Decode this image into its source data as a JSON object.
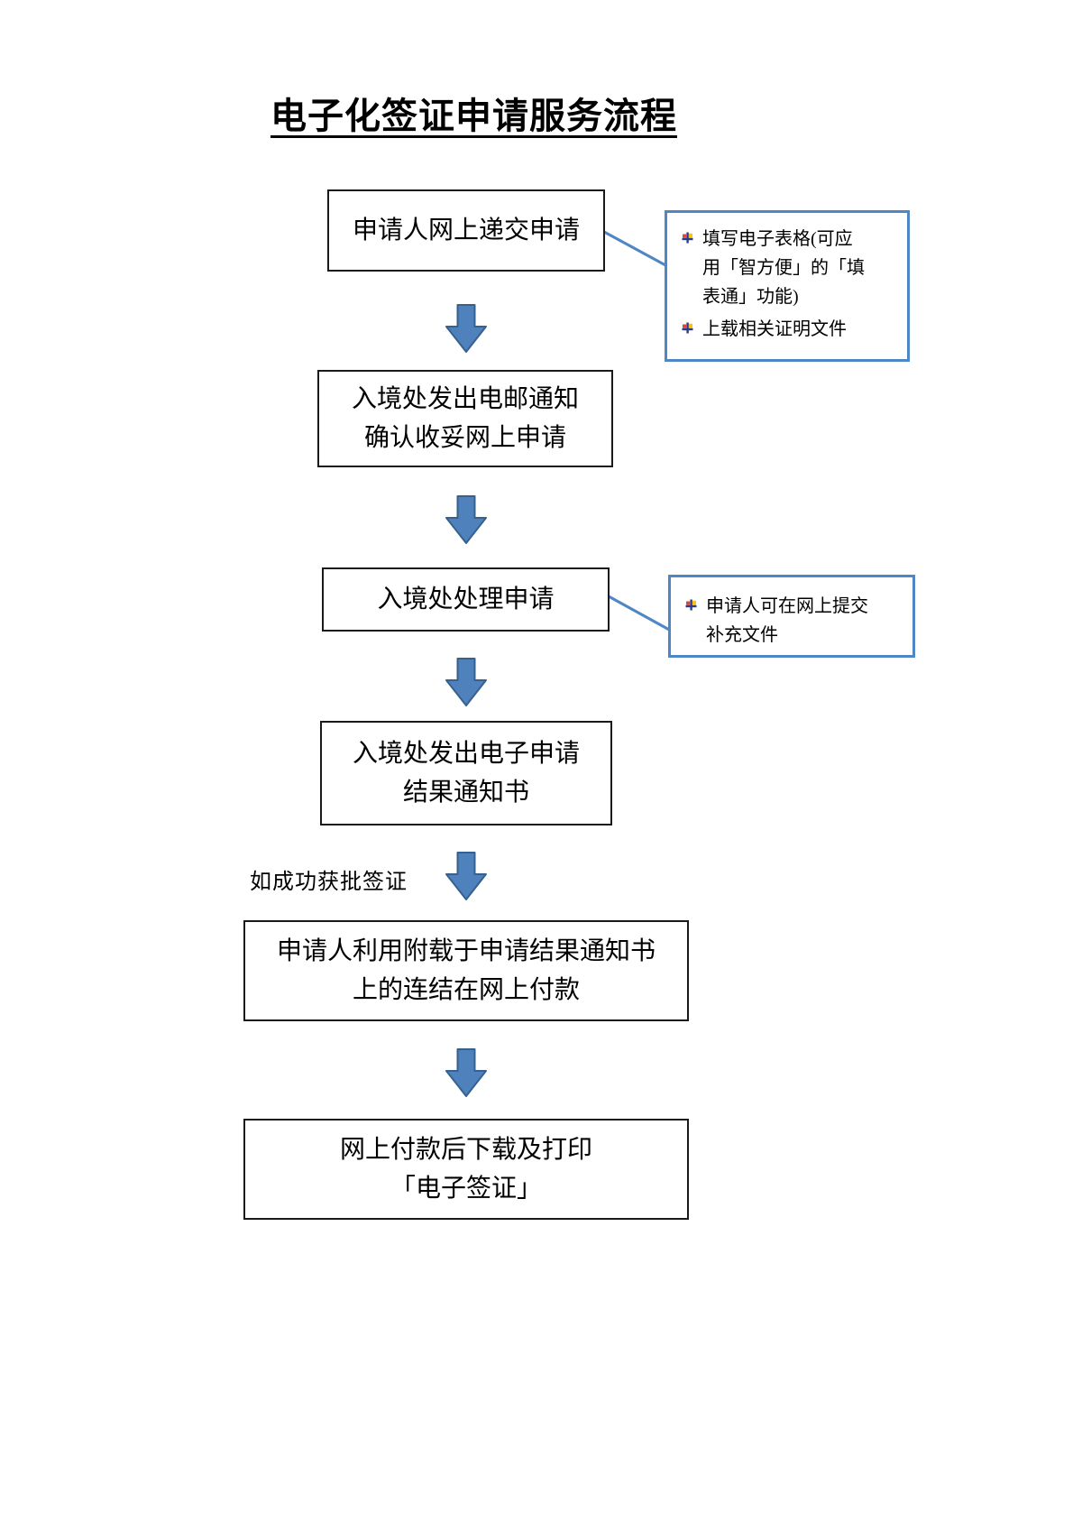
{
  "title": "电子化签证申请服务流程",
  "flow": {
    "steps": [
      {
        "id": "step-1",
        "lines": [
          "申请人网上递交申请"
        ]
      },
      {
        "id": "step-2",
        "lines": [
          "入境处发出电邮通知",
          "确认收妥网上申请"
        ]
      },
      {
        "id": "step-3",
        "lines": [
          "入境处处理申请"
        ]
      },
      {
        "id": "step-4",
        "lines": [
          "入境处发出电子申请",
          "结果通知书"
        ]
      },
      {
        "id": "step-5",
        "lines": [
          "申请人利用附载于申请结果通知书",
          "上的连结在网上付款"
        ]
      },
      {
        "id": "step-6",
        "lines": [
          "网上付款后下载及打印",
          "「电子签证」"
        ]
      }
    ],
    "branch_label": "如成功获批签证"
  },
  "callouts": [
    {
      "attached_to": "step-1",
      "items": [
        "填写电子表格(可应\n用「智方便」的「填\n表通」功能)",
        "上载相关证明文件"
      ]
    },
    {
      "attached_to": "step-3",
      "items": [
        "申请人可在网上提交\n补充文件"
      ]
    }
  ],
  "colors": {
    "callout_border": "#4e86c6",
    "connector_line": "#4e86c6",
    "arrow_fill": "#4f81bd",
    "arrow_stroke": "#36618e",
    "box_border": "#1a1a1a",
    "bullet_red": "#d84b3c",
    "bullet_yellow": "#fdc10e",
    "bullet_navy": "#283c8f",
    "text": "#000000",
    "background": "#ffffff"
  },
  "icons": {
    "bullet": "four-color-cross-bullet-icon",
    "arrow": "down-arrow-icon"
  }
}
